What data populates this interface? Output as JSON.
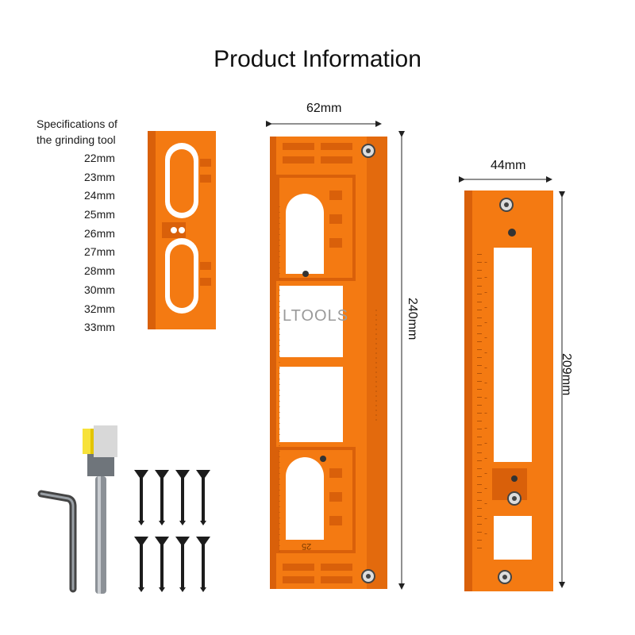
{
  "title": "Product Information",
  "spec_heading": [
    "Specifications of",
    "the grinding tool"
  ],
  "spec_sizes": [
    "22mm",
    "23mm",
    "24mm",
    "25mm",
    "26mm",
    "27mm",
    "28mm",
    "30mm",
    "32mm",
    "33mm"
  ],
  "dimensions": {
    "large_jig_width": "62mm",
    "large_jig_height": "240mm",
    "small_jig_width": "44mm",
    "small_jig_height": "209mm"
  },
  "brand": "LTOOLS",
  "jig_number": "25",
  "colors": {
    "jig_orange": "#f47a12",
    "jig_shade": "#d9600a",
    "steel": "#7d8288"
  },
  "icons": {
    "mortise_block": "orange-template-block",
    "door_lock_jig": "orange-door-lock-jig",
    "hinge_jig": "orange-hinge-jig",
    "router_bit": "router-bit",
    "hex_key": "hex-wrench",
    "screws": "black-screws"
  }
}
